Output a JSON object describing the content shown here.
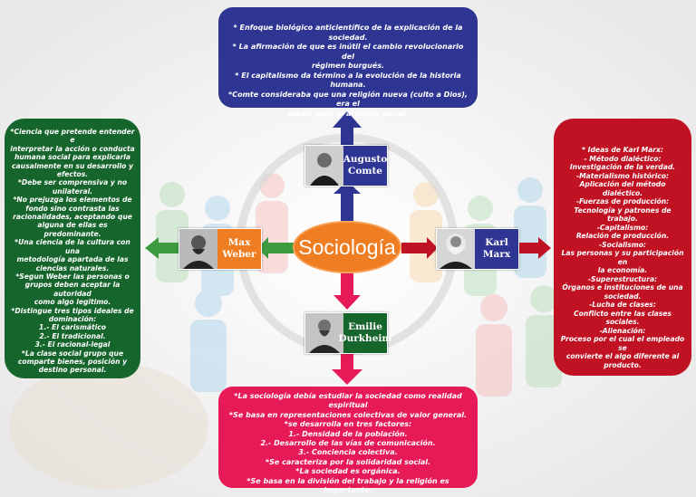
{
  "center": {
    "label": "Sociología"
  },
  "people": {
    "comte": {
      "first": "Augusto",
      "last": "Comte"
    },
    "weber": {
      "first": "Max",
      "last": "Weber"
    },
    "marx": {
      "first": "Karl",
      "last": "Marx"
    },
    "durkheim": {
      "first": "Emilie",
      "last": "Durkheim"
    }
  },
  "top_box": {
    "lines": [
      "* Enfoque biológico anticientífico de la explicación de la sociedad.",
      "* La afirmación de que es inútil el cambio revolucionario  del",
      "régimen burgués.",
      "* El capitalismo da término a la evolución de la historia  humana.",
      "*Comte consideraba que una religión nueva (culto a Dios), era el",
      "medio para la armonía social."
    ]
  },
  "left_box": {
    "lines": [
      "*Ciencia que pretende entender e",
      "interpretar la acción o conducta",
      "humana social para explicarla",
      "causalmente en su desarrollo y",
      "efectos.",
      "*Debe ser comprensiva y no",
      "unilateral.",
      "*No prejuzga los elementos de",
      "fondo sino contrasta las",
      "racionalidades, aceptando que",
      "alguna de ellas es predominante.",
      "*Una ciencia de la cultura con una",
      "metodología apartada de las",
      "ciencias naturales.",
      "*Segun Weber las personas o",
      "grupos deben aceptar la autoridad",
      "como algo legitimo.",
      "*Distingue tres tipos ideales de",
      "dominación:",
      "1.- El carismático",
      "2.- El tradicional.",
      "3.- El racional-legal",
      "*La clase social grupo que",
      "comparte bienes, posición y",
      "destino personal."
    ]
  },
  "right_box": {
    "lines": [
      "* Ideas de Karl Marx:",
      "- Método dialéctico:",
      "Investigación de la verdad.",
      "-Materialismo histórico:",
      "Aplicación del método dialéctico.",
      "-Fuerzas de producción:",
      "Tecnología y patrones de trabajo.",
      "-Capitalismo:",
      "Relación de producción.",
      "-Socialismo:",
      "Las personas y su participación en",
      "la economía.",
      "-Superestructura:",
      "Órganos e instituciones de una",
      "sociedad.",
      "-Lucha de clases:",
      "Conflicto entre las clases sociales.",
      "-Alienación:",
      "Proceso por el cual el empleado se",
      "convierte el algo diferente al",
      "producto."
    ]
  },
  "bottom_box": {
    "lines": [
      "*La sociología debía estudiar la sociedad como realidad espiritual",
      "*Se basa en representaciones colectivas de valor general.",
      "*se desarrolla en tres factores:",
      "1.- Densidad de la población.",
      "2.- Desarrollo de las vías de comunicación.",
      "3.- Conciencia colectiva.",
      "*Se caracteriza por la solidaridad social.",
      "*La sociedad es orgánica.",
      "*Se basa en la división del trabajo y la religión es importante."
    ]
  },
  "colors": {
    "blue": "#2e3592",
    "green": "#16652c",
    "red": "#c11224",
    "pink": "#e61a56",
    "orange": "#ef7d22"
  }
}
